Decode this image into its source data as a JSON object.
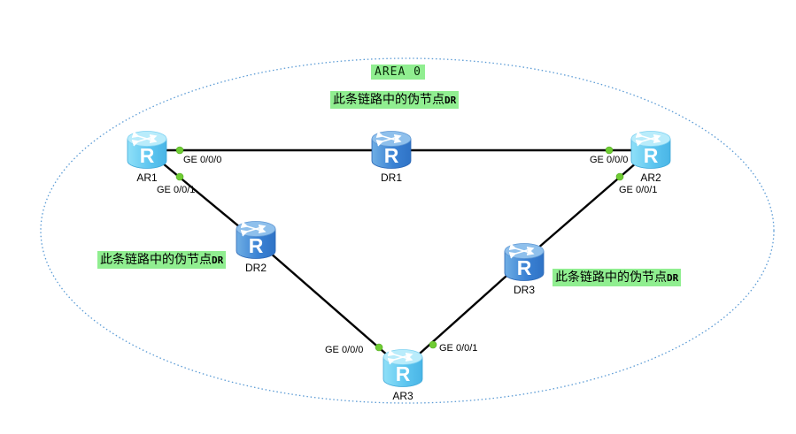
{
  "diagram": {
    "area_label": "AREA 0",
    "annotations": [
      {
        "text": "此条链路中的伪节点",
        "suffix": "DR"
      },
      {
        "text": "此条链路中的伪节点",
        "suffix": "DR"
      },
      {
        "text": "此条链路中的伪节点",
        "suffix": "DR"
      }
    ],
    "nodes": [
      {
        "label": "AR1"
      },
      {
        "label": "DR1"
      },
      {
        "label": "AR2"
      },
      {
        "label": "DR2"
      },
      {
        "label": "DR3"
      },
      {
        "label": "AR3"
      }
    ],
    "port_labels": [
      {
        "node": "AR1",
        "text": "GE 0/0/0"
      },
      {
        "node": "AR1",
        "text": "GE 0/0/1"
      },
      {
        "node": "AR2",
        "text": "GE 0/0/0"
      },
      {
        "node": "AR2",
        "text": "GE 0/0/1"
      },
      {
        "node": "AR3",
        "text": "GE 0/0/0"
      },
      {
        "node": "AR3",
        "text": "GE 0/0/1"
      }
    ],
    "colors": {
      "highlight_bg": "#90EE90",
      "ellipse_stroke": "#5B9BD5",
      "link_color": "#000000",
      "port_dot": "#6FCC33",
      "ar_body": "#5EC6F0",
      "dr_body": "#3B82D4"
    }
  }
}
